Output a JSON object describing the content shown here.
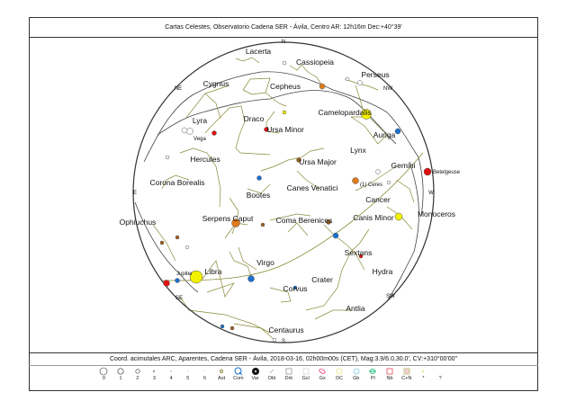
{
  "header": {
    "title": "Cartas Celestes, Observatorio Cadena SER - Ávila, Centro AR: 12h16m Dec:+40°39'"
  },
  "footer": {
    "text": "Coord. acimutales ARC, Aparentes, Cadena SER - Ávila, 2018-03-16, 02h00m00s (CET), Mag:3.9/6.0,30.0', CV:+310°00'00\""
  },
  "cardinals": {
    "n": "N",
    "s": "S",
    "e": "E",
    "w": "W",
    "ne": "NE",
    "nw": "NW",
    "se": "SE",
    "sw": "SW"
  },
  "constellations": [
    "Lacerta",
    "Cassiopeia",
    "Perseus",
    "Cygnus",
    "Cepheus",
    "Camelopardalis",
    "Lyra",
    "Draco",
    "Ursa Minor",
    "Auriga",
    "Lynx",
    "Hercules",
    "Ursa Major",
    "Gemini",
    "Corona Borealis",
    "Canes Venatici",
    "Bootes",
    "Cancer",
    "Ophiuchus",
    "Serpens Caput",
    "Coma Berenices",
    "Canis Minor",
    "Monoceros",
    "Sextans",
    "Virgo",
    "Hydra",
    "Libra",
    "Crater",
    "Corvus",
    "Antlia",
    "Centaurus"
  ],
  "objects": {
    "vega": "Vega",
    "betelgeuse": "Betelgeuse",
    "ceres": "(1) Ceres",
    "jupiter": "Jupiter"
  },
  "legend": [
    "0",
    "1",
    "2",
    "3",
    "4",
    "5",
    "6",
    "Ast",
    "Com",
    "Var",
    "Dbl",
    "Drk",
    "Gcl",
    "Gx",
    "OC",
    "Gb",
    "Pl",
    "Nb",
    "C+N",
    "*",
    "?"
  ],
  "colors": {
    "lines": "#8a8a3a",
    "milkyway": "#444444",
    "red": "#e01010",
    "blue": "#1a6fcf",
    "orange": "#e07a1a",
    "yellow": "#f2f200"
  }
}
